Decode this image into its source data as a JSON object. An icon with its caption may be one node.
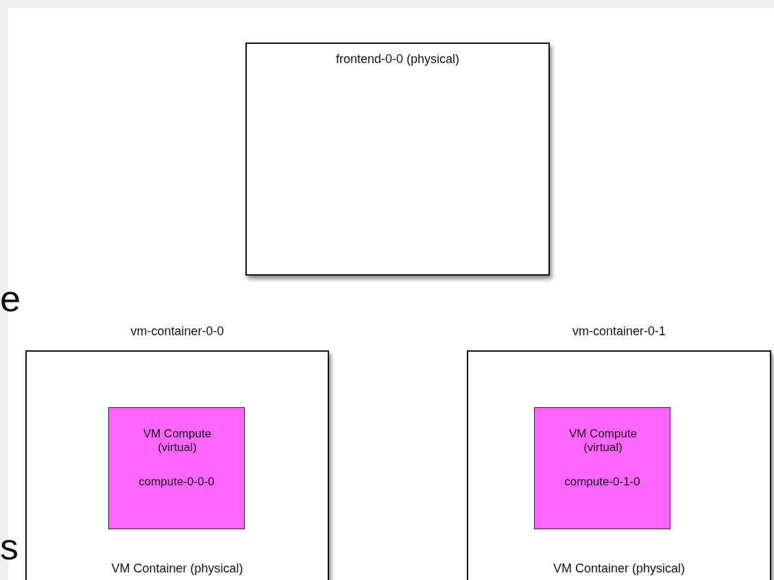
{
  "diagram": {
    "nodes": [
      {
        "text": [
          "frontend-0-0 (physical)"
        ]
      },
      {
        "text": [
          "vm-container-0-0",
          "VM Container (physical)"
        ]
      },
      {
        "text": [
          "VM Compute (virtual)",
          "compute-0-0-0"
        ],
        "in": 1
      },
      {
        "text": [
          "vm-container-0-1",
          "VM Container (physical)"
        ]
      },
      {
        "text": [
          "VM Compute (virtual)",
          "compute-0-1-0"
        ],
        "in": 3
      }
    ],
    "labels": [
      "e",
      "s"
    ]
  }
}
